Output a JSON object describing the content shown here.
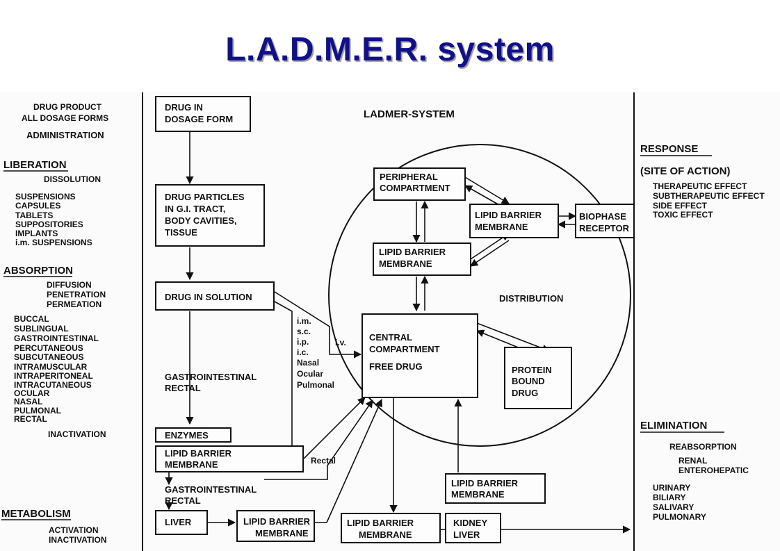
{
  "title": "L.A.D.M.E.R. system",
  "header": "LADMER-SYSTEM",
  "left": {
    "top": [
      "DRUG PRODUCT",
      "ALL DOSAGE FORMS",
      "ADMINISTRATION"
    ],
    "liberation": {
      "head": "LIBERATION",
      "sub": "DISSOLUTION",
      "items": [
        "SUSPENSIONS",
        "CAPSULES",
        "TABLETS",
        "SUPPOSITORIES",
        "IMPLANTS",
        "i.m. SUSPENSIONS"
      ]
    },
    "absorption": {
      "head": "ABSORPTION",
      "subs": [
        "DIFFUSION",
        "PENETRATION",
        "PERMEATION"
      ],
      "items": [
        "BUCCAL",
        "SUBLINGUAL",
        "GASTROINTESTINAL",
        "PERCUTANEOUS",
        "SUBCUTANEOUS",
        "INTRAMUSCULAR",
        "INTRAPERITONEAL",
        "INTRACUTANEOUS",
        "OCULAR",
        "NASAL",
        "PULMONAL",
        "RECTAL"
      ],
      "tail": "INACTIVATION"
    },
    "metabolism": {
      "head": "METABOLISM",
      "items": [
        "ACTIVATION",
        "INACTIVATION"
      ]
    }
  },
  "right": {
    "response": {
      "head": "RESPONSE",
      "site": "(SITE OF ACTION)",
      "items": [
        "THERAPEUTIC EFFECT",
        "SUBTHERAPEUTIC EFFECT",
        "SIDE EFFECT",
        "TOXIC EFFECT"
      ]
    },
    "elimination": {
      "head": "ELIMINATION",
      "sub": "REABSORPTION",
      "items": [
        "RENAL",
        "ENTEROHEPATIC"
      ],
      "routes": [
        "URINARY",
        "BILIARY",
        "SALIVARY",
        "PULMONARY"
      ]
    }
  },
  "boxes": {
    "dosage": [
      "DRUG IN",
      "DOSAGE FORM"
    ],
    "particles": [
      "DRUG PARTICLES",
      "IN G.I. TRACT,",
      "BODY CAVITIES,",
      "TISSUE"
    ],
    "solution": "DRUG IN SOLUTION",
    "enzymes": "ENZYMES",
    "lipid_gi": [
      "LIPID BARRIER",
      "MEMBRANE"
    ],
    "liver": "LIVER",
    "lipid_liver": [
      "LIPID BARRIER",
      "MEMBRANE"
    ],
    "lipid_bottom": [
      "LIPID BARRIER",
      "MEMBRANE"
    ],
    "kidney": [
      "KIDNEY",
      "LIVER"
    ],
    "lipid_kidney": [
      "LIPID BARRIER",
      "MEMBRANE"
    ],
    "peripheral": [
      "PERIPHERAL",
      "COMPARTMENT"
    ],
    "lipid_mid": [
      "LIPID BARRIER",
      "MEMBRANE"
    ],
    "lipid_right": [
      "LIPID BARRIER",
      "MEMBRANE"
    ],
    "biophase": [
      "BIOPHASE",
      "RECEPTOR"
    ],
    "central": [
      "CENTRAL",
      "COMPARTMENT",
      "FREE DRUG"
    ],
    "protein": [
      "PROTEIN",
      "BOUND",
      "DRUG"
    ]
  },
  "labels": {
    "gi_rectal_1": [
      "GASTROINTESTINAL",
      "RECTAL"
    ],
    "gi_rectal_2": [
      "GASTROINTESTINAL",
      "RECTAL"
    ],
    "routes": [
      "i.m.",
      "s.c.",
      "i.p.",
      "i.c.",
      "Nasal",
      "Ocular",
      "Pulmonal"
    ],
    "iv": "i.v.",
    "rectal": "Rectal",
    "distribution": "DISTRIBUTION"
  }
}
